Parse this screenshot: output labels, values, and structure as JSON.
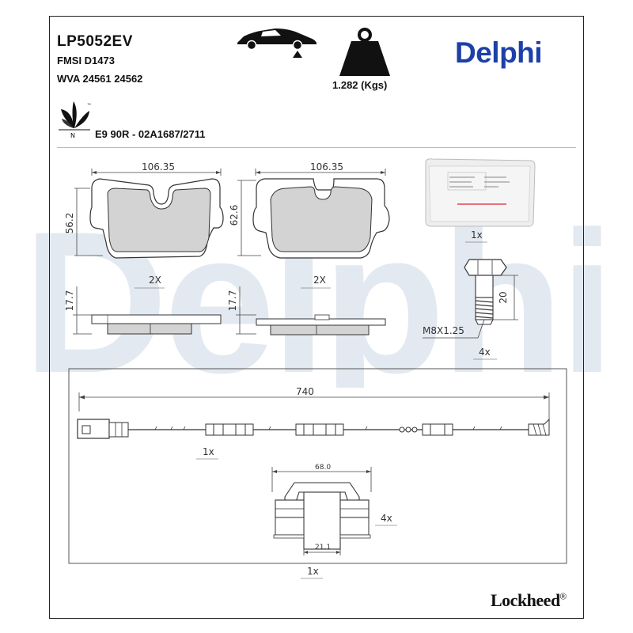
{
  "header": {
    "part_number": "LP5052EV",
    "fmsi": "FMSI D1473",
    "wva": "WVA 24561 24562",
    "weight": "1.282 (Kgs)",
    "certification": "E9 90R - 02A1687/2711",
    "eco_mark": "N",
    "brand": "Delphi"
  },
  "footer": {
    "brand": "Lockheed",
    "trademark": "®"
  },
  "watermark": "Delphi",
  "icons": [
    "car-rear-axle-icon",
    "weight-icon",
    "eco-leaf-icon"
  ],
  "components": {
    "pad_left": {
      "width": "106.35",
      "height": "56.2",
      "thickness": "17.7",
      "qty": "2X"
    },
    "pad_right": {
      "width": "106.35",
      "height": "62.6",
      "thickness": "17.7",
      "qty": "2X"
    },
    "grease": {
      "qty": "1x"
    },
    "bolt": {
      "length": "20",
      "thread": "M8X1.25",
      "qty": "4x"
    },
    "sensor": {
      "length": "740",
      "qty": "1x"
    },
    "clip": {
      "width": "68.0",
      "inner": "21.1",
      "qty": "4x"
    },
    "accessory_kit": {
      "qty": "1x"
    }
  },
  "colors": {
    "brand_blue": "#1d3fa8",
    "watermark": "#e3e9f1",
    "pad_fill": "#d3d3d3"
  }
}
